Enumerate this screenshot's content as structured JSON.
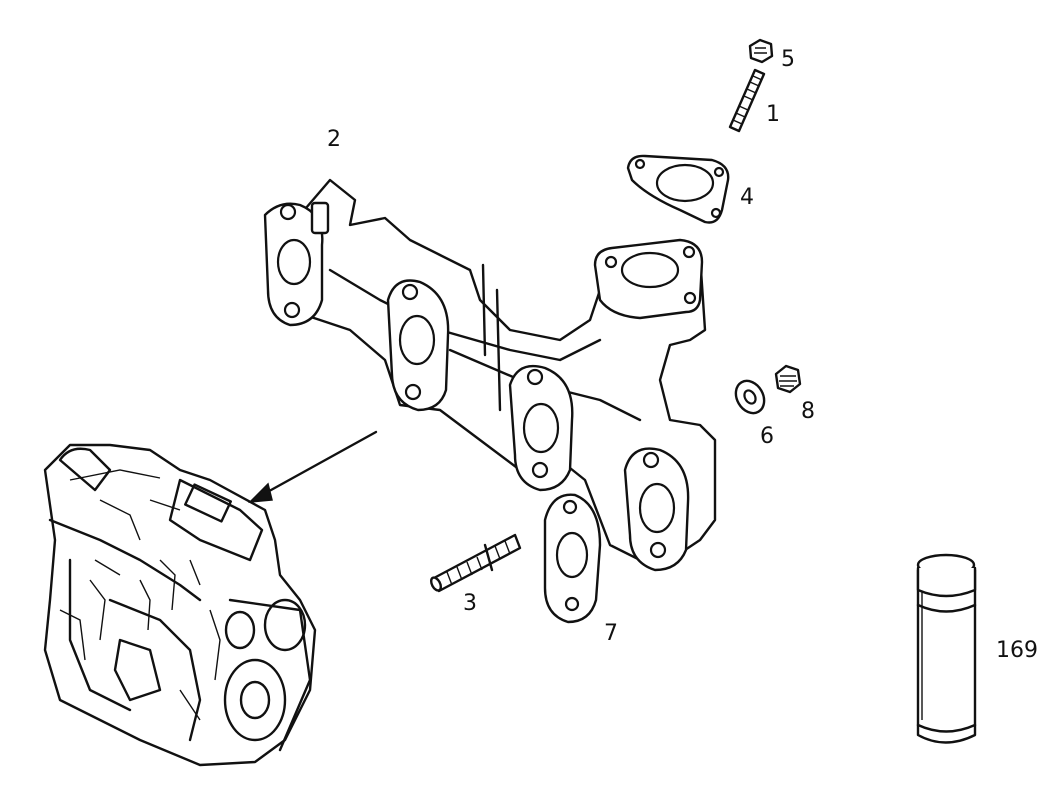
{
  "callouts": {
    "n1": "1",
    "n2": "2",
    "n3": "3",
    "n4": "4",
    "n5": "5",
    "n6": "6",
    "n7": "7",
    "n8": "8",
    "n169": "169"
  },
  "colors": {
    "ink": "#111111",
    "paper": "#ffffff"
  }
}
